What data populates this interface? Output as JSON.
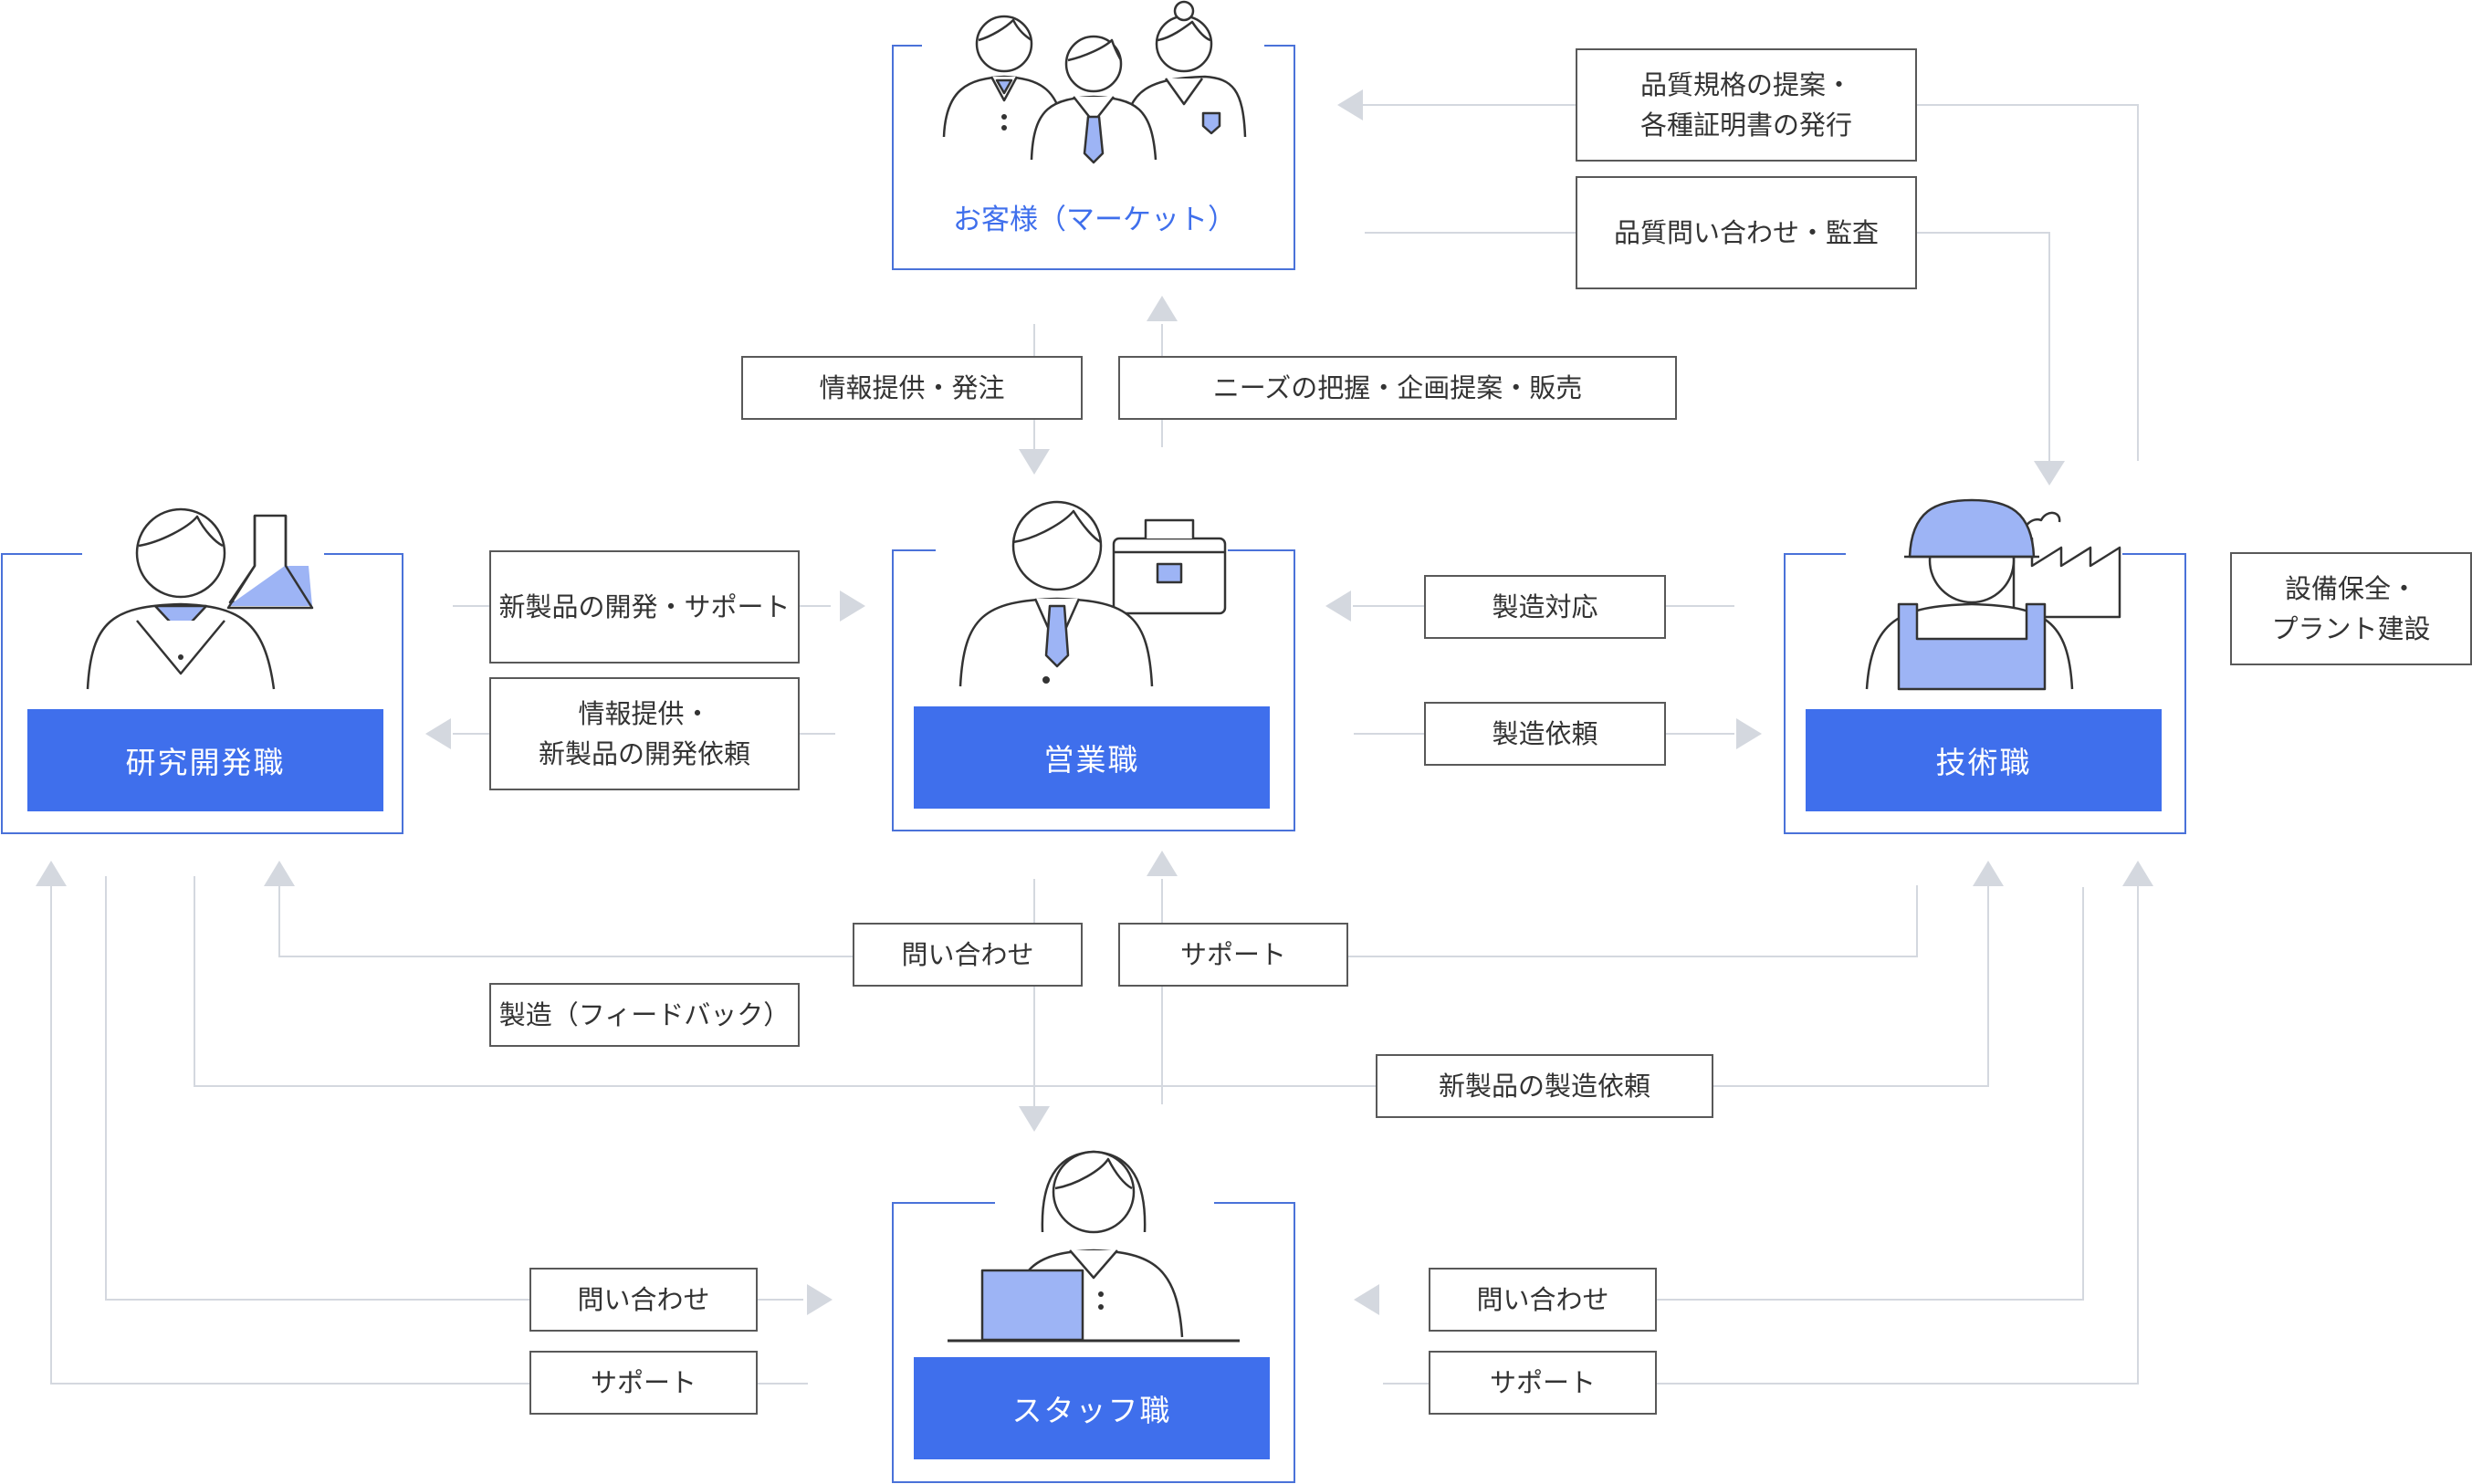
{
  "nodes": {
    "customer": "お客様（マーケット）",
    "rnd": "研究開発職",
    "sales": "営業職",
    "engineering": "技術職",
    "staff": "スタッフ職"
  },
  "labels": {
    "quality_standards": "品質規格の提案・\n各種証明書の発行",
    "quality_inquiry": "品質問い合わせ・監査",
    "info_order": "情報提供・発注",
    "needs_sales": "ニーズの把握・企画提案・販売",
    "newprod_support": "新製品の開発・サポート",
    "info_newprod_request": "情報提供・\n新製品の開発依頼",
    "manufacturing_response": "製造対応",
    "manufacturing_request": "製造依頼",
    "equipment_plant": "設備保全・\nプラント建設",
    "inquiry_center": "問い合わせ",
    "support_center": "サポート",
    "manufacturing_feedback": "製造（フィードバック）",
    "newprod_manufacturing_request": "新製品の製造依頼",
    "inquiry_left": "問い合わせ",
    "support_left": "サポート",
    "inquiry_right": "問い合わせ",
    "support_right": "サポート"
  },
  "colors": {
    "accent": "#3f6fec",
    "frame": "#4a72d9",
    "icon_fill": "#9db4f5",
    "connector": "#d4d8df",
    "label_border": "#595959"
  }
}
